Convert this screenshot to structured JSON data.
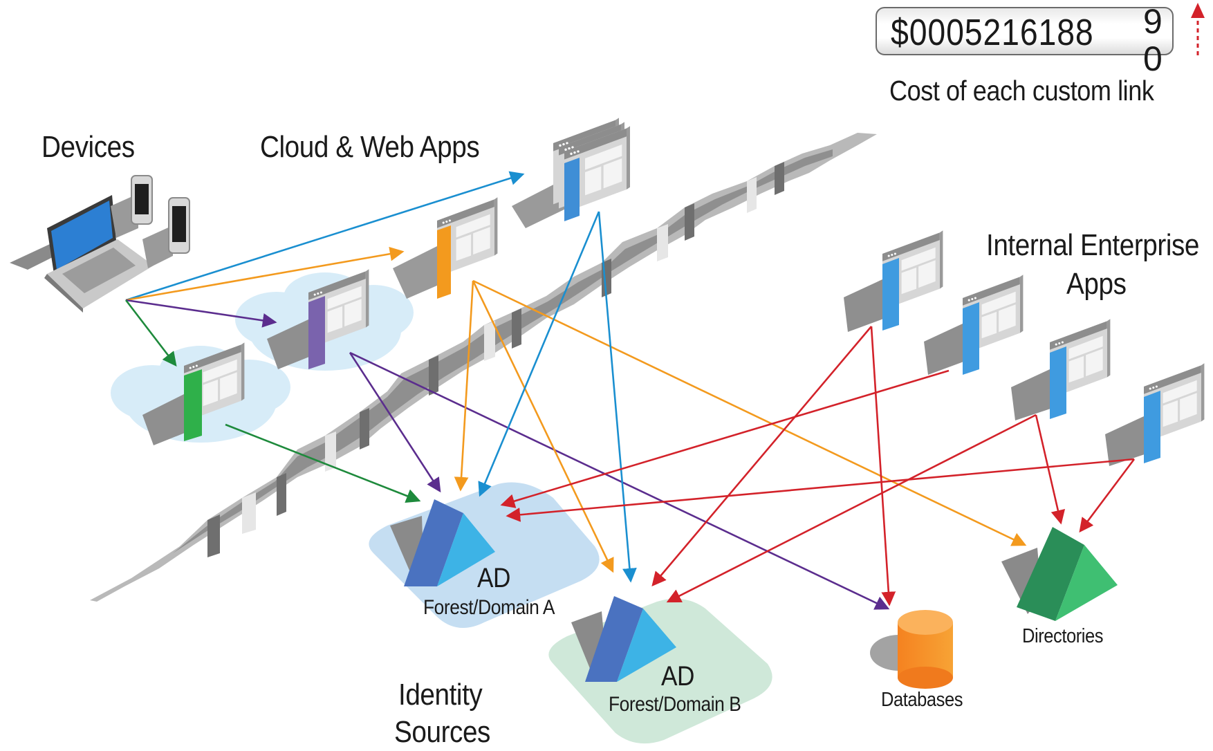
{
  "labels": {
    "devices": "Devices",
    "cloud_web_apps": "Cloud & Web Apps",
    "internal_line1": "Internal Enterprise",
    "internal_line2": "Apps",
    "identity_line1": "Identity",
    "identity_line2": "Sources",
    "ad_a_title": "AD",
    "ad_a_sub": "Forest/Domain A",
    "ad_b_title": "AD",
    "ad_b_sub": "Forest/Domain B",
    "databases": "Databases",
    "directories": "Directories",
    "cost_caption": "Cost of each custom link"
  },
  "counter": {
    "value": "$0005216188",
    "roll_top": "9",
    "roll_bottom": "0"
  },
  "colors": {
    "blue_link": "#1a8fd0",
    "orange_link": "#f39a1e",
    "purple_link": "#5b2d8e",
    "green_link": "#1e8a3c",
    "red_link": "#d3222a",
    "counter_arrow": "#d3222a",
    "cloud_fill": "#d7ecf8",
    "ad_a_pad": "#c5def2",
    "ad_b_pad": "#cfe8d9"
  }
}
